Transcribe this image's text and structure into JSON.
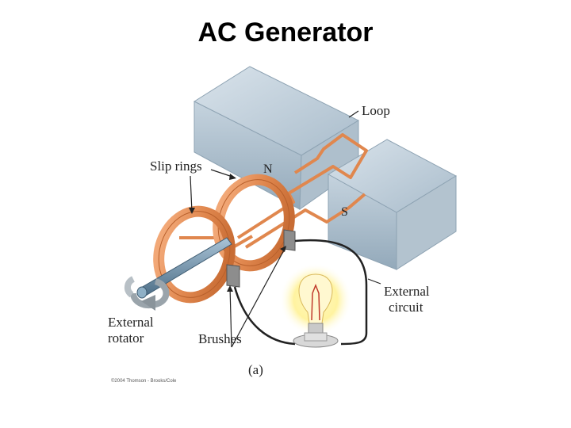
{
  "title": "AC Generator",
  "labels": {
    "loop": "Loop",
    "slip_rings": "Slip rings",
    "north_pole": "N",
    "south_pole": "S",
    "external_circuit_line1": "External",
    "external_circuit_line2": "circuit",
    "external_rotator_line1": "External",
    "external_rotator_line2": "rotator",
    "brushes": "Brushes",
    "panel": "(a)"
  },
  "copyright": "©2004 Thomson - Brooks/Cole",
  "colors": {
    "magnet": "#b9c9d6",
    "copper": "#e0874e",
    "wire": "#222222",
    "bulb_glow": "#fff3a0"
  }
}
